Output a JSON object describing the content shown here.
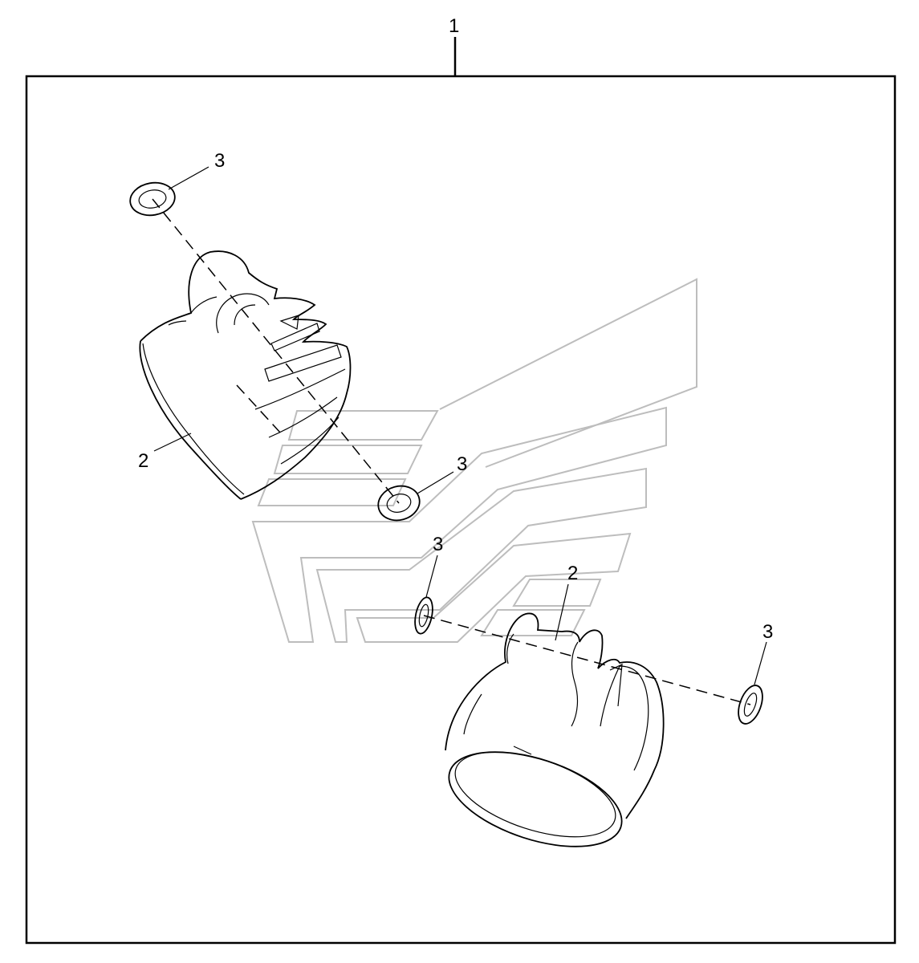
{
  "diagram": {
    "assembly_callout": "1",
    "callouts": [
      {
        "id": "housing-a-callout",
        "label": "2"
      },
      {
        "id": "housing-b-callout",
        "label": "2"
      },
      {
        "id": "grommet-top-callout",
        "label": "3"
      },
      {
        "id": "grommet-mid-callout",
        "label": "3"
      },
      {
        "id": "grommet-lower-callout",
        "label": "3"
      },
      {
        "id": "grommet-right-callout",
        "label": "3"
      }
    ]
  }
}
